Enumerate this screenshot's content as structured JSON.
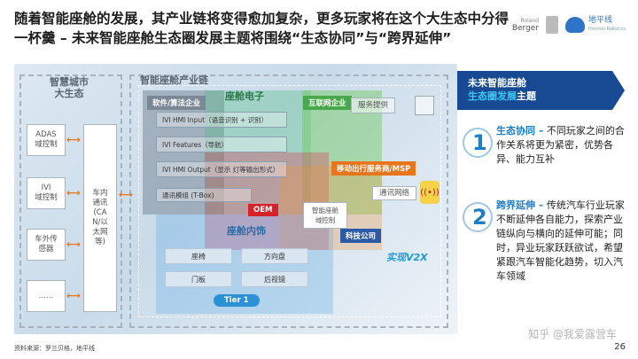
{
  "title": "随着智能座舱的发展，其产业链将变得愈加复杂，更多玩家将在这个大生态中分得一杯羹 – 未来智能座舱生态圈发展主题将围绕“生态协同”与“跨界延伸”",
  "logos": {
    "roland_line1": "Roland",
    "roland_line2": "Berger",
    "horizon_cn": "地平线",
    "horizon_en": "Horizon Robotics"
  },
  "diagram": {
    "smart_city_label": "智慧城市\n大生态",
    "industry_chain_label": "智能座舱产业链",
    "left_boxes": [
      "ADAS\n域控制",
      "IVI\n域控制",
      "车外传\n感器",
      "……"
    ],
    "can_box": "车内\n通讯\n(CA\nN/以\n太网\n等)",
    "software_tag": "软件/算法企业",
    "electronics_label": "座舱电子",
    "internet_tag": "互联网企业",
    "service_label": "服务提供",
    "ivi_rows": [
      "IVI HMI Input（语音识别 + 识别）",
      "IVI Features（导航）",
      "IVI HMI Output（显示 灯等输出形式）"
    ],
    "mobility_tag": "移动出行服务商/MSP",
    "tbox_label": "通讯模组 (T-Box)",
    "comm_network": "通讯网络",
    "oem_tag": "OEM",
    "domain_control": "智能座舱\n域控制",
    "tech_tag": "科技公司",
    "interior_label": "座舱内饰",
    "interior_items": [
      "座椅",
      "方向盘",
      "门板",
      "后视镜"
    ],
    "v2x_label": "实现V2X",
    "tier1_tag": "Tier 1"
  },
  "right_panel": {
    "header_line1": "未来智能座舱",
    "header_line2_highlight": "生态圈发展",
    "header_line2_rest": "主题",
    "points": [
      {
        "num": "1",
        "heading": "生态协同 –",
        "body": " 不同玩家之间的合作关系将更为紧密，优势各异、能力互补"
      },
      {
        "num": "2",
        "heading": "跨界延伸 –",
        "body": " 传统汽车行业玩家不断延伸各自能力，探索产业链纵向与横向的延伸可能；同时，异业玩家跃跃欲试，希望紧跟汽车智能化趋势，切入汽车领域"
      }
    ]
  },
  "source": "资料来源：罗兰贝格，地平线",
  "watermark": "知乎 @我爱露营车",
  "page_number": "26",
  "colors": {
    "navy": "#174a93",
    "accent_blue": "#1f7dc5",
    "orange": "#e8741c",
    "green": "#49a84b",
    "red": "#d4242a"
  }
}
